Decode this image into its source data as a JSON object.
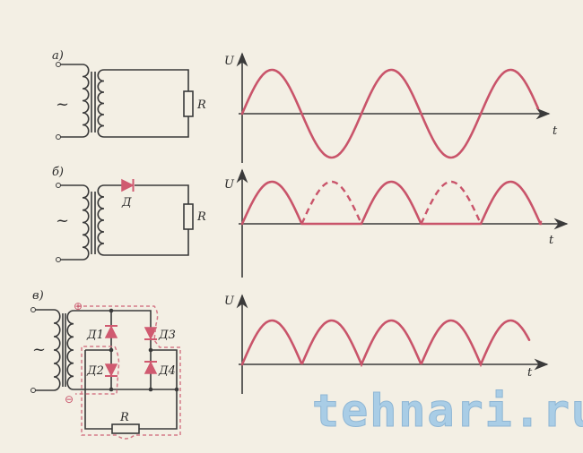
{
  "panels": {
    "a": {
      "label": "а)",
      "source": "~",
      "resistor": "R"
    },
    "b": {
      "label": "б)",
      "source": "~",
      "resistor": "R",
      "diode": "Д"
    },
    "c": {
      "label": "в)",
      "source": "~",
      "resistor": "R",
      "plus": "⊕",
      "minus": "⊖",
      "diodes": [
        "Д1",
        "Д2",
        "Д3",
        "Д4"
      ]
    }
  },
  "graphs": {
    "y_axis_label": "U",
    "x_axis_label": "t",
    "a_type": "full sine",
    "b_type": "half-wave rectified (negative half dashed)",
    "c_type": "full-wave rectified"
  },
  "colors": {
    "wave": "#c9546a",
    "wire": "#3a3a3a",
    "background": "#f3efe4",
    "watermark": "#a9cde6"
  },
  "watermark": "tehnari.ru"
}
